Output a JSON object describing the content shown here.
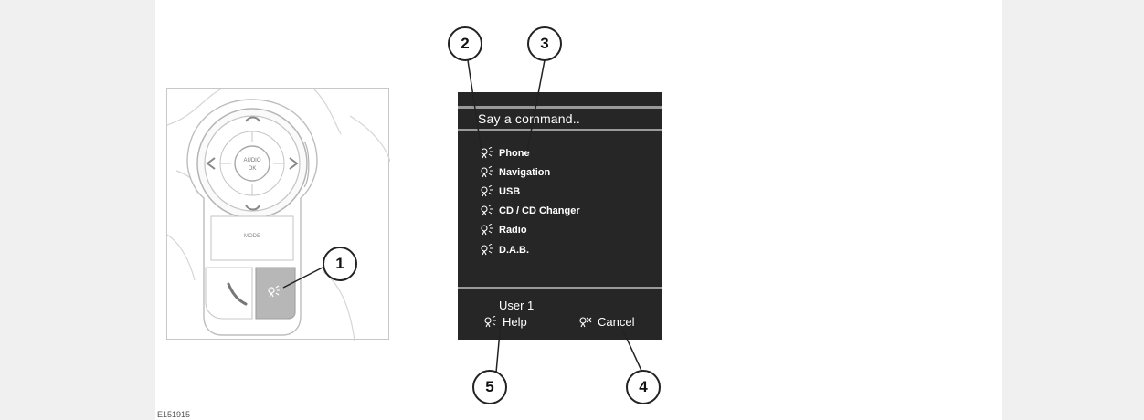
{
  "screen": {
    "title": "Say a command..",
    "items": [
      {
        "label": "Phone"
      },
      {
        "label": "Navigation"
      },
      {
        "label": "USB"
      },
      {
        "label": "CD / CD Changer"
      },
      {
        "label": "Radio"
      },
      {
        "label": "D.A.B."
      }
    ],
    "user_label": "User 1",
    "help_label": "Help",
    "cancel_label": "Cancel"
  },
  "wheel": {
    "center_label": "AUDIO\nOK",
    "mode_label": "MODE"
  },
  "callouts": [
    "1",
    "2",
    "3",
    "4",
    "5"
  ],
  "figure_id": "E151915",
  "icons": [
    "voice-icon",
    "phone-icon",
    "seek-left-icon",
    "seek-right-icon",
    "volume-up-icon",
    "volume-down-icon"
  ]
}
